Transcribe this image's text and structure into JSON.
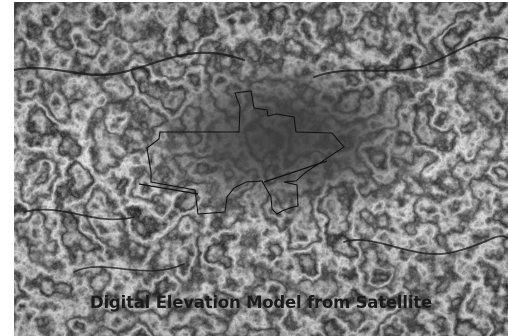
{
  "map": {
    "caption": "Digital Elevation Model from Satellite",
    "colors": {
      "low_elevation": "#1c1c1c",
      "high_elevation": "#f2f2f2",
      "boundary_line": "#111111"
    },
    "icons": {
      "boundary": "study-area-boundary-polygon",
      "road": "road-line"
    }
  }
}
